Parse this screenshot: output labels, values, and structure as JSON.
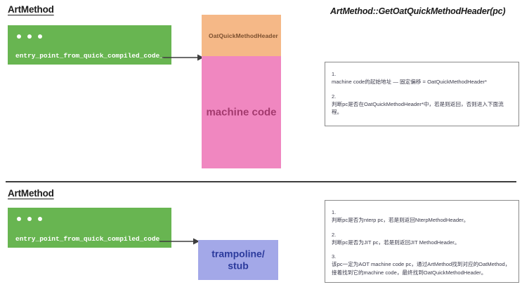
{
  "theme": {
    "green": "#68b551",
    "orange": "#f5b887",
    "pink": "#f087c0",
    "purple": "#a3a8e8",
    "arrow": "#3d3d3d",
    "note_border": "#8a8a8a"
  },
  "top_section": {
    "struct_title": "ArtMethod",
    "field_label": "entry_point_from_quick_compiled_code_",
    "oat_header_label": "OatQuickMethodHeader",
    "machine_code_label": "machine code",
    "func_title": "ArtMethod::GetOatQuickMethodHeader(pc)",
    "notes": [
      {
        "num": "1.",
        "text": "machine code的起始地址 — 固定偏移 = OatQuickMethodHeader*"
      },
      {
        "num": "2.",
        "text": "判断pc是否在OatQuickMethodHeader*中，若是则返回，否则进入下面流程。"
      }
    ]
  },
  "bottom_section": {
    "struct_title": "ArtMethod",
    "field_label": "entry_point_from_quick_compiled_code_",
    "trampoline_label_line1": "trampoline/",
    "trampoline_label_line2": "stub",
    "notes": [
      {
        "num": "1.",
        "text": "判断pc是否为nterp pc，若是则返回NterpMethodHeader。"
      },
      {
        "num": "2.",
        "text": "判断pc是否为JIT pc，若是则返回JIT MethodHeader。"
      },
      {
        "num": "3.",
        "text": "该pc一定为AOT machine code pc，通过ArtMethod找到对应的OatMethod，接着找到它的machine code，最终找到OatQuickMethodHeader。"
      }
    ]
  }
}
